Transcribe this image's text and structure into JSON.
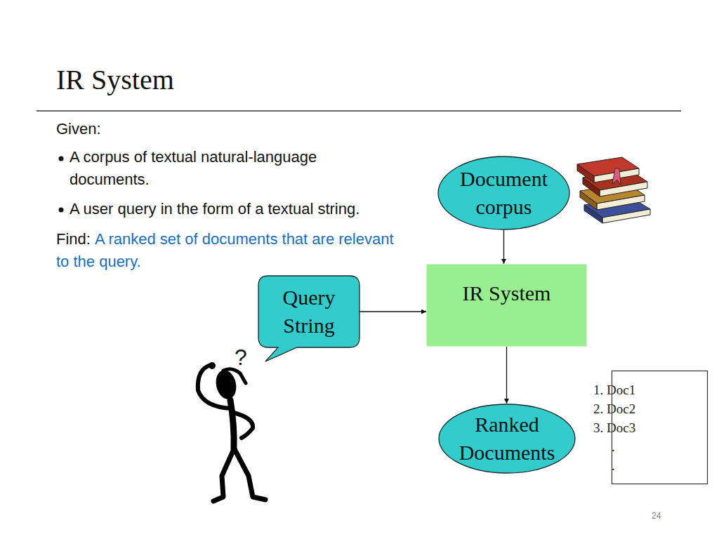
{
  "diagram": {
    "title": "IR System",
    "nodes": [
      {
        "text": [
          "Document corpus"
        ]
      },
      {
        "text": [
          "Query String"
        ]
      },
      {
        "text": [
          "IR System"
        ]
      },
      {
        "text": [
          "Ranked Documents"
        ]
      },
      {
        "text": [
          "1. Doc1",
          "2. Doc2",
          "3. Doc3",
          ".",
          "."
        ]
      }
    ],
    "edges": [
      {
        "from": 0,
        "to": 2,
        "arrow": "to"
      },
      {
        "from": 1,
        "to": 2,
        "arrow": "to"
      },
      {
        "from": 2,
        "to": 3,
        "arrow": "to"
      }
    ],
    "labels": [
      "Given:",
      "A corpus of textual natural-language documents.",
      "A user query in the form of a textual string.",
      "Find:",
      "A ranked set of documents that are relevant to the query.",
      "?",
      "24"
    ]
  }
}
